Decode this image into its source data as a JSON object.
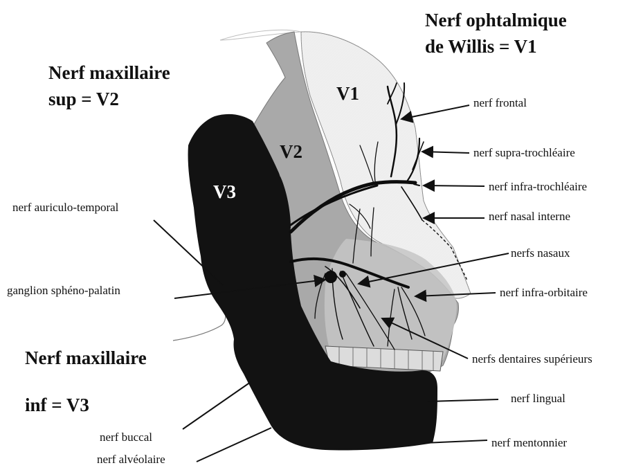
{
  "headings": {
    "v1_title": [
      "Nerf ophtalmique",
      "de Willis = V1"
    ],
    "v2_title": [
      "Nerf maxillaire",
      "sup = V2"
    ],
    "v3_title_line1": "Nerf maxillaire",
    "v3_title_line2": "inf = V3"
  },
  "zones": {
    "v1": "V1",
    "v2": "V2",
    "v3": "V3"
  },
  "labels": {
    "frontal": "nerf frontal",
    "supra_trochleaire": "nerf supra-trochléaire",
    "infra_trochleaire": "nerf infra-trochléaire",
    "nasal_interne": "nerf nasal interne",
    "nasaux": "nerfs nasaux",
    "infra_orbitaire": "nerf infra-orbitaire",
    "dentaires": "nerfs dentaires supérieurs",
    "lingual": "nerf lingual",
    "mentonnier": "nerf mentonnier",
    "auriculo_temporal": "nerf auriculo-temporal",
    "ganglion": "ganglion sphéno-palatin",
    "buccal": "nerf buccal",
    "alveolaire": "nerf alvéolaire"
  },
  "colors": {
    "v1_zone": "#eeeeee",
    "v2_zone": "#a9a9a9",
    "v3_zone": "#121212",
    "nerve": "#0d0d0d"
  }
}
